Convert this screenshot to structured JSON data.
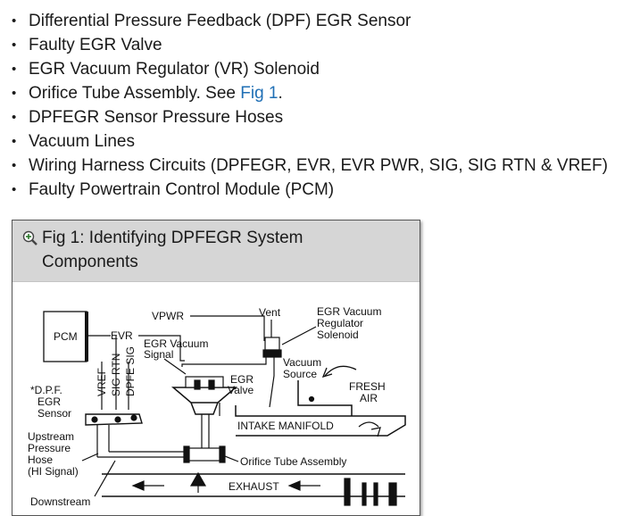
{
  "list": {
    "items": [
      {
        "text": "Differential Pressure Feedback (DPF) EGR Sensor"
      },
      {
        "text": "Faulty EGR Valve"
      },
      {
        "text": "EGR Vacuum Regulator (VR) Solenoid"
      },
      {
        "text": "Orifice Tube Assembly. See ",
        "link": "Fig 1",
        "after": "."
      },
      {
        "text": "DPFEGR Sensor Pressure Hoses"
      },
      {
        "text": "Vacuum Lines"
      },
      {
        "text": "Wiring Harness Circuits (DPFEGR, EVR, EVR PWR, SIG, SIG RTN & VREF)"
      },
      {
        "text": "Faulty Powertrain Control Module (PCM)"
      }
    ],
    "bullet": "•"
  },
  "figure": {
    "title": "Fig 1: Identifying DPFEGR System Components",
    "zoom_icon": "zoom-in-icon",
    "labels": {
      "pcm": "PCM",
      "evr": "EVR",
      "vpwr": "VPWR",
      "vent": "Vent",
      "egr_vr_1": "EGR Vacuum",
      "egr_vr_2": "Regulator",
      "egr_vr_3": "Solenoid",
      "egr_vac_sig_1": "EGR Vacuum",
      "egr_vac_sig_2": "Signal",
      "vref": "VREF",
      "sig_rtn": "SIG RTN",
      "dpfe_sig": "DPFE SIG",
      "vac_src_1": "Vacuum",
      "vac_src_2": "Source",
      "egr_valve_1": "EGR",
      "egr_valve_2": "Valve",
      "fresh_1": "FRESH",
      "fresh_2": "AIR",
      "dpf_1": "*D.P.F.",
      "dpf_2": "EGR",
      "dpf_3": "Sensor",
      "intake": "INTAKE MANIFOLD",
      "up_1": "Upstream",
      "up_2": "Pressure",
      "up_3": "Hose",
      "up_4": "(HI Signal)",
      "orifice": "Orifice Tube Assembly",
      "exhaust": "EXHAUST",
      "down_1": "Downstream"
    }
  }
}
